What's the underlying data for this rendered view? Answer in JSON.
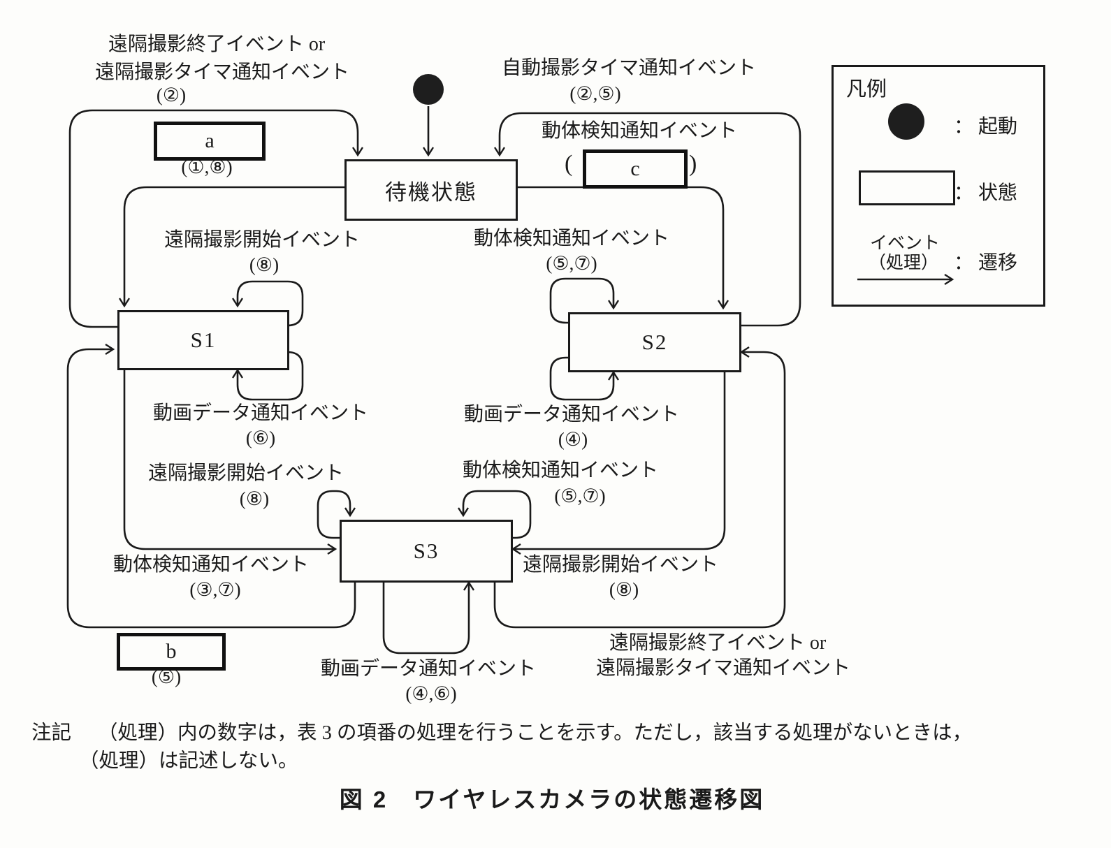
{
  "figure": {
    "caption": "図 2　ワイヤレスカメラの状態遷移図",
    "note_label": "注記",
    "note_line1": "（処理）内の数字は，表 3 の項番の処理を行うことを示す。ただし，該当する処理がないときは，",
    "note_line2": "（処理）は記述しない。"
  },
  "states": {
    "standby": "待機状態",
    "s1": "S1",
    "s2": "S2",
    "s3": "S3"
  },
  "answers": {
    "a": "a",
    "b": "b",
    "c": "c"
  },
  "transitions": {
    "s1_to_standby": {
      "line1": "遠隔撮影終了イベント or",
      "line2": "遠隔撮影タイマ通知イベント",
      "proc": "(②)"
    },
    "standby_to_s1": {
      "proc": "(①,⑧)"
    },
    "s2_to_standby": {
      "line1": "自動撮影タイマ通知イベント",
      "proc": "(②,⑤)"
    },
    "standby_to_s2": {
      "line1": "動体検知通知イベント",
      "paren_open": "(",
      "paren_close": ")"
    },
    "s1_self_top": {
      "line1": "遠隔撮影開始イベント",
      "proc": "(⑧)"
    },
    "s1_self_bottom": {
      "line1": "動画データ通知イベント",
      "proc": "(⑥)"
    },
    "s2_self_top": {
      "line1": "動体検知通知イベント",
      "proc": "(⑤,⑦)"
    },
    "s2_self_bottom": {
      "line1": "動画データ通知イベント",
      "proc": "(④)"
    },
    "s3_self_topleft": {
      "line1": "遠隔撮影開始イベント",
      "proc": "(⑧)"
    },
    "s3_self_topright": {
      "line1": "動体検知通知イベント",
      "proc": "(⑤,⑦)"
    },
    "s3_self_bottom": {
      "line1": "動画データ通知イベント",
      "proc": "(④,⑥)"
    },
    "s1_to_s3": {
      "line1": "動体検知通知イベント",
      "proc": "(③,⑦)"
    },
    "s2_to_s3": {
      "line1": "遠隔撮影開始イベント",
      "proc": "(⑧)"
    },
    "s3_to_s1": {
      "proc": "(⑤)"
    },
    "s3_to_s2": {
      "line1": "遠隔撮影終了イベント or",
      "line2": "遠隔撮影タイマ通知イベント"
    }
  },
  "legend": {
    "title": "凡例",
    "start_label": "： 起動",
    "state_label": "： 状態",
    "transition_label": "： 遷移",
    "transition_symbol_line1": "イベント",
    "transition_symbol_line2": "（処理）"
  }
}
